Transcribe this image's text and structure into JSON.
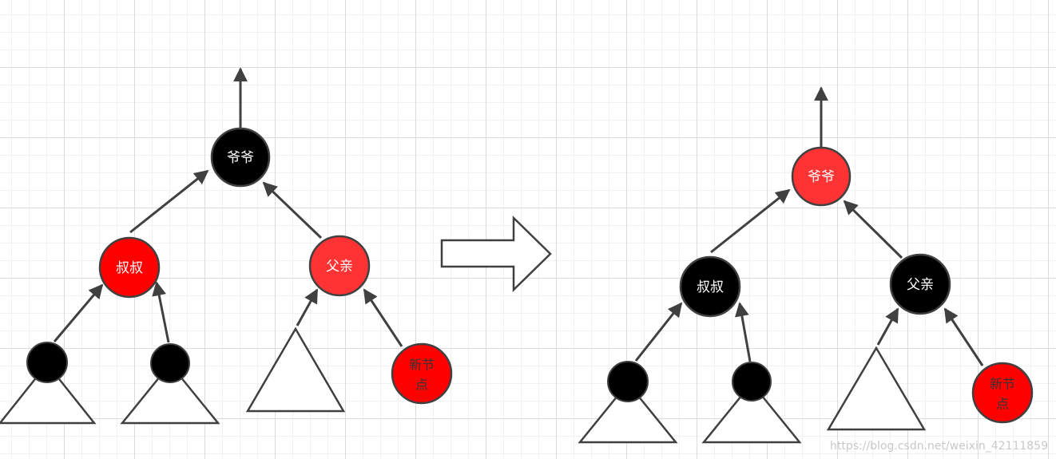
{
  "colors": {
    "black": "#000000",
    "red": "#ff0000",
    "light_red": "#ff3333",
    "stroke": "#404040",
    "text_light": "#ffffff",
    "text_dark": "#333333"
  },
  "before": {
    "grandpa": {
      "label": "爷爷",
      "color": "black"
    },
    "uncle": {
      "label": "叔叔",
      "color": "red"
    },
    "father": {
      "label": "父亲",
      "color": "red"
    },
    "new_node": {
      "label_line1": "新节",
      "label_line2": "点",
      "color": "red"
    }
  },
  "after": {
    "grandpa": {
      "label": "爷爷",
      "color": "red"
    },
    "uncle": {
      "label": "叔叔",
      "color": "black"
    },
    "father": {
      "label": "父亲",
      "color": "black"
    },
    "new_node": {
      "label_line1": "新节",
      "label_line2": "点",
      "color": "red"
    }
  },
  "transition": {
    "icon": "right-arrow-icon"
  },
  "watermark": "https://blog.csdn.net/weixin_42111859"
}
